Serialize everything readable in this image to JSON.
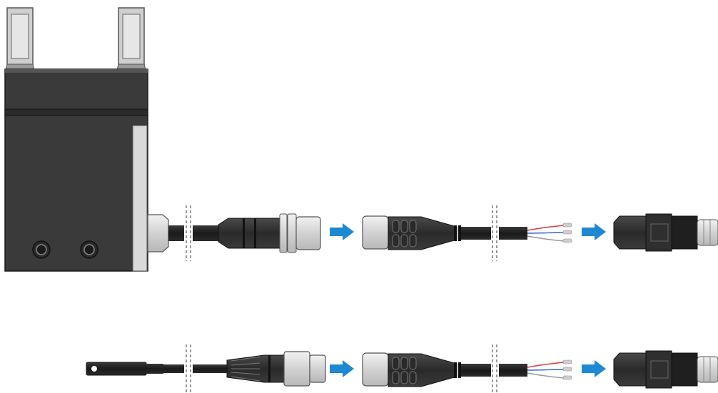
{
  "diagram": {
    "rows": [
      {
        "name": "gripper-cable-assembly",
        "components": [
          "gripper-body",
          "cable-with-connector-plug",
          "extension-cable",
          "field-connector"
        ],
        "arrows": 2,
        "cable_breaks": 2
      },
      {
        "name": "sensor-cable-assembly",
        "components": [
          "sensor-probe",
          "cable-with-connector-plug",
          "extension-cable",
          "field-connector"
        ],
        "arrows": 2,
        "cable_breaks": 2
      }
    ],
    "colors": {
      "body_dark": "#3a3a3a",
      "cable_black": "#222222",
      "metal_light": "#d6d6d6",
      "arrow_blue": "#1e88d2",
      "wire_red": "#d43b3b",
      "wire_blue": "#3563c9",
      "wire_grey": "#9a9a9a"
    }
  }
}
